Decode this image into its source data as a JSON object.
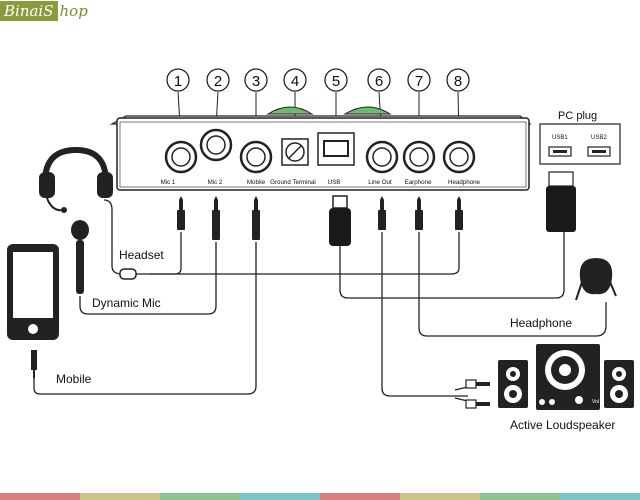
{
  "logo": {
    "part1": "BinaiS",
    "part2": "hop"
  },
  "ports": [
    {
      "num": "1",
      "label": "Mic 1"
    },
    {
      "num": "2",
      "label": "Mic 2"
    },
    {
      "num": "3",
      "label": "Mobile"
    },
    {
      "num": "4",
      "label": "Ground Terminal"
    },
    {
      "num": "5",
      "label": "USB"
    },
    {
      "num": "6",
      "label": "Line Out"
    },
    {
      "num": "7",
      "label": "Earphone"
    },
    {
      "num": "8",
      "label": "Headphone"
    }
  ],
  "pc": {
    "title": "PC  plug",
    "usb1": "USB1",
    "usb2": "USB2"
  },
  "devices": {
    "headset": "Headset",
    "dynamic_mic": "Dynamic Mic",
    "mobile": "Mobile",
    "headphone": "Headphone",
    "loudspeaker": "Active Loudspeaker",
    "vol": "Vol"
  },
  "colors": {
    "line": "#222222",
    "bar": [
      "#d98080",
      "#c8c48a",
      "#8fc48f",
      "#7ec4c4",
      "#d98080",
      "#c8c48a",
      "#8fc48f",
      "#7ec4c4"
    ]
  }
}
